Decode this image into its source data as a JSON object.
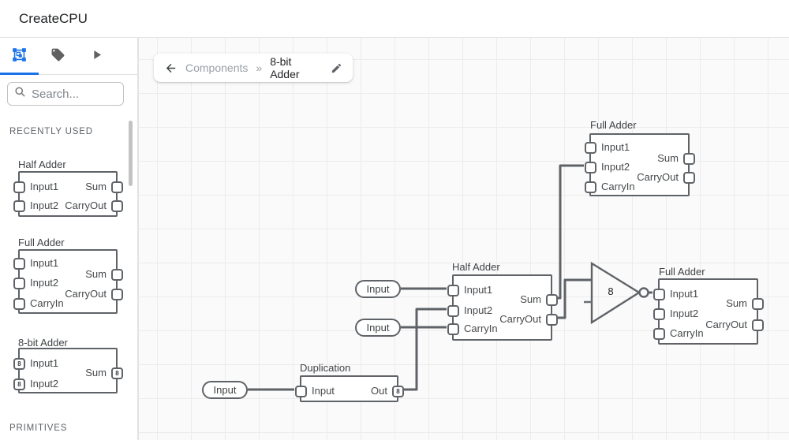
{
  "header": {
    "title": "CreateCPU"
  },
  "sidebar": {
    "tabs": [
      {
        "name": "components",
        "icon": "selection-frame-icon",
        "active": true
      },
      {
        "name": "tags",
        "icon": "tag-icon",
        "active": false
      },
      {
        "name": "run",
        "icon": "play-icon",
        "active": false
      }
    ],
    "search": {
      "placeholder": "Search..."
    },
    "section_recent": "RECENTLY USED",
    "section_primitives": "PRIMITIVES",
    "recently_used": [
      {
        "title": "Half Adder",
        "left": [
          {
            "label": "Input1"
          },
          {
            "label": "Input2"
          }
        ],
        "right": [
          {
            "label": "Sum"
          },
          {
            "label": "CarryOut"
          }
        ]
      },
      {
        "title": "Full Adder",
        "left": [
          {
            "label": "Input1"
          },
          {
            "label": "Input2"
          },
          {
            "label": "CarryIn"
          }
        ],
        "right": [
          {
            "label": "Sum"
          },
          {
            "label": "CarryOut"
          }
        ]
      },
      {
        "title": "8-bit Adder",
        "left": [
          {
            "label": "Input1",
            "bus": "8"
          },
          {
            "label": "Input2",
            "bus": "8"
          }
        ],
        "right": [
          {
            "label": "Sum",
            "bus": "8"
          }
        ]
      }
    ]
  },
  "breadcrumb": {
    "parent": "Components",
    "separator": "»",
    "current": "8-bit Adder"
  },
  "canvas": {
    "components": [
      {
        "title": "Full Adder",
        "left": [
          {
            "label": "Input1"
          },
          {
            "label": "Input2"
          },
          {
            "label": "CarryIn"
          }
        ],
        "right": [
          {
            "label": "Sum"
          },
          {
            "label": "CarryOut"
          }
        ]
      },
      {
        "title": "Half Adder",
        "left": [
          {
            "label": "Input1"
          },
          {
            "label": "Input2"
          },
          {
            "label": "CarryIn"
          }
        ],
        "right": [
          {
            "label": "Sum"
          },
          {
            "label": "CarryOut"
          }
        ]
      },
      {
        "title": "Full Adder",
        "left": [
          {
            "label": "Input1"
          },
          {
            "label": "Input2"
          },
          {
            "label": "CarryIn"
          }
        ],
        "right": [
          {
            "label": "Sum"
          },
          {
            "label": "CarryOut"
          }
        ]
      },
      {
        "title": "Duplication",
        "left": [
          {
            "label": "Input"
          }
        ],
        "right": [
          {
            "label": "Out",
            "bus": "8"
          }
        ]
      }
    ],
    "inputs": [
      "Input",
      "Input",
      "Input"
    ],
    "gate": {
      "label": "8"
    }
  },
  "colors": {
    "accent": "#1a73e8",
    "wire": "#5f6368",
    "canvas_bg": "#fafafa"
  }
}
